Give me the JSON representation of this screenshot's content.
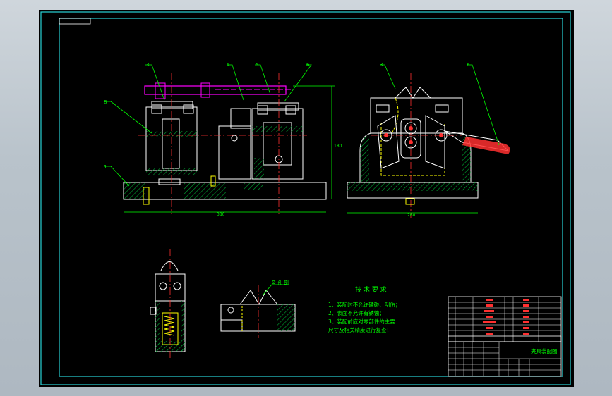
{
  "drawing": {
    "tech_requirements": {
      "title": "技 术 要 求",
      "items": [
        "1、装配时不允许磕碰、刮伤；",
        "2、表面不允许有锈蚀；",
        "3、装配前应对零部件的主要",
        "尺寸及相关精度进行复查；"
      ]
    },
    "title_block": {
      "drawing_name": "夹具装配图"
    },
    "part_balloons": [
      "3",
      "4",
      "5",
      "6",
      "8",
      "1",
      "3",
      "6"
    ],
    "dimensions": {
      "front_width": "380",
      "front_height": "180",
      "side_width": "260",
      "detail_label": "Ø 孔 剖"
    },
    "colors": {
      "border": "#29d3d6",
      "outline": "#ffffff",
      "leader": "#00ff00",
      "hatch": "#00aa33",
      "handle": "#ff00ff",
      "center": "#ff3030",
      "hidden": "#ffff00",
      "handle_grip": "#ff3030"
    }
  }
}
